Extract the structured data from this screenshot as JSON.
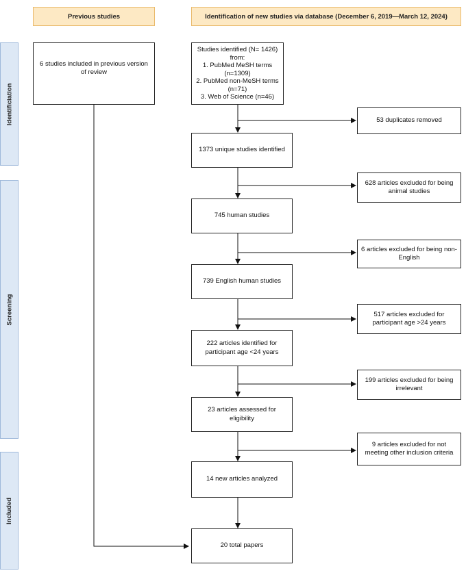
{
  "headers": {
    "previous": "Previous studies",
    "new": "Identification of new studies via database (December 6, 2019—March 12, 2024)"
  },
  "phases": {
    "identification": "Identificiation",
    "screening": "Screening",
    "included": "Included"
  },
  "previous_box": "6 studies included in previous version of review",
  "identified": {
    "lines": [
      "Studies identified (N= 1426)",
      "from:",
      "1. PubMed MeSH terms",
      "(n=1309)",
      "2. PubMed non-MeSH terms",
      "(n=71)",
      "3. Web of Science (n=46)"
    ]
  },
  "main_flow": [
    "1373 unique studies identified",
    "745 human studies",
    "739 English human studies",
    "222 articles identified for participant age <24 years",
    "23 articles assessed for eligibility",
    "14 new articles analyzed",
    "20 total papers"
  ],
  "exclusions": [
    "53 duplicates removed",
    "628 articles excluded for being animal studies",
    "6 articles excluded for being non-English",
    "517 articles excluded for participant age >24 years",
    "199 articles excluded for being irrelevant",
    "9 articles excluded for not meeting other inclusion criteria"
  ]
}
